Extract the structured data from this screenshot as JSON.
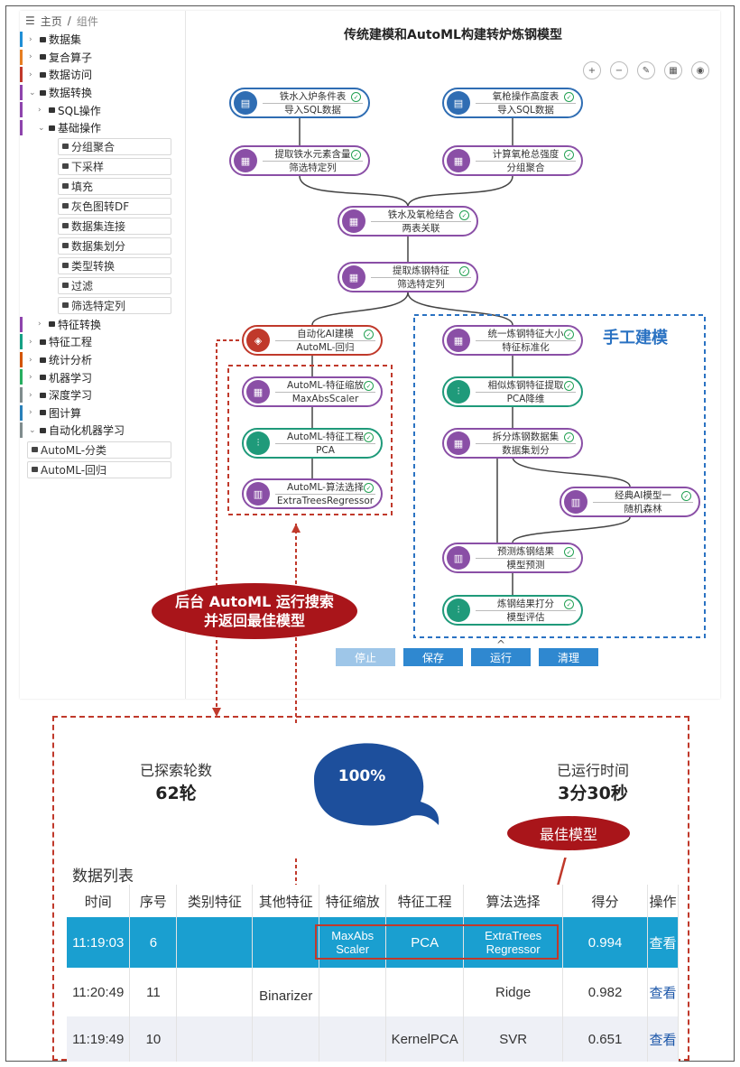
{
  "breadcrumb": {
    "home": "主页",
    "current": "组件"
  },
  "sidebar": {
    "items": [
      {
        "label": "数据集",
        "color": "#1f8fd6",
        "open": false,
        "level": 0
      },
      {
        "label": "复合算子",
        "color": "#e67e22",
        "open": false,
        "level": 0
      },
      {
        "label": "数据访问",
        "color": "#c0392b",
        "open": false,
        "level": 0
      },
      {
        "label": "数据转换",
        "color": "#8e44ad",
        "open": true,
        "level": 0
      },
      {
        "label": "SQL操作",
        "color": "#8e44ad",
        "open": false,
        "level": 1
      },
      {
        "label": "基础操作",
        "color": "#8e44ad",
        "open": true,
        "level": 1
      }
    ],
    "leaves": [
      "分组聚合",
      "下采样",
      "填充",
      "灰色图转DF",
      "数据集连接",
      "数据集划分",
      "类型转换",
      "过滤",
      "筛选特定列"
    ],
    "items2": [
      {
        "label": "特征转换",
        "color": "#8e44ad",
        "open": false,
        "level": 1
      },
      {
        "label": "特征工程",
        "color": "#16a085",
        "open": false,
        "level": 0
      },
      {
        "label": "统计分析",
        "color": "#d35400",
        "open": false,
        "level": 0
      },
      {
        "label": "机器学习",
        "color": "#27ae60",
        "open": false,
        "level": 0
      },
      {
        "label": "深度学习",
        "color": "#7f8c8d",
        "open": false,
        "level": 0
      },
      {
        "label": "图计算",
        "color": "#2980b9",
        "open": false,
        "level": 0
      },
      {
        "label": "自动化机器学习",
        "color": "#7f8c8d",
        "open": true,
        "level": 0
      }
    ],
    "leaves2": [
      "AutoML-分类",
      "AutoML-回归"
    ]
  },
  "canvas": {
    "title": "传统建模和AutoML构建转炉炼钢模型",
    "tools": [
      "zoom-in-icon",
      "zoom-out-icon",
      "format-icon",
      "grid-icon",
      "eye-icon"
    ],
    "manual_label": "手工建模",
    "nodes": {
      "n1": {
        "t1": "铁水入炉条件表",
        "t2": "导入SQL数据"
      },
      "n2": {
        "t1": "氧枪操作高度表",
        "t2": "导入SQL数据"
      },
      "n3": {
        "t1": "提取铁水元素含量",
        "t2": "筛选特定列"
      },
      "n4": {
        "t1": "计算氧枪总强度",
        "t2": "分组聚合"
      },
      "n5": {
        "t1": "铁水及氧枪结合",
        "t2": "两表关联"
      },
      "n6": {
        "t1": "提取炼钢特征",
        "t2": "筛选特定列"
      },
      "n7": {
        "t1": "自动化AI建模",
        "t2": "AutoML-回归"
      },
      "n8": {
        "t1": "AutoML-特征缩放",
        "t2": "MaxAbsScaler"
      },
      "n9": {
        "t1": "AutoML-特征工程",
        "t2": "PCA"
      },
      "n10": {
        "t1": "AutoML-算法选择",
        "t2": "ExtraTreesRegressor"
      },
      "n11": {
        "t1": "统一炼钢特征大小",
        "t2": "特征标准化"
      },
      "n12": {
        "t1": "相似炼钢特征提取",
        "t2": "PCA降维"
      },
      "n13": {
        "t1": "拆分炼钢数据集",
        "t2": "数据集划分"
      },
      "n14": {
        "t1": "经典AI模型一",
        "t2": "随机森林"
      },
      "n15": {
        "t1": "预测炼钢结果",
        "t2": "模型预测"
      },
      "n16": {
        "t1": "炼钢结果打分",
        "t2": "模型评估"
      }
    },
    "buttons": {
      "stop": "停止",
      "save": "保存",
      "run": "运行",
      "clear": "清理"
    },
    "callout_automl": {
      "line1": "后台 AutoML 运行搜索",
      "line2": "并返回最佳模型"
    },
    "collapse_glyph": "^"
  },
  "results": {
    "explored_label": "已探索轮数",
    "explored_value": "62轮",
    "progress": "100%",
    "elapsed_label": "已运行时间",
    "elapsed_value": "3分30秒",
    "best_model_callout": "最佳模型",
    "table_title": "数据列表",
    "columns": [
      "时间",
      "序号",
      "类别特征",
      "其他特征",
      "特征缩放",
      "特征工程",
      "算法选择",
      "得分",
      "操作"
    ],
    "rows": [
      [
        "11:19:03",
        "6",
        "",
        "",
        "MaxAbs Scaler",
        "PCA",
        "ExtraTrees Regressor",
        "0.994",
        "查看"
      ],
      [
        "11:20:49",
        "11",
        "",
        "Binarizer",
        "",
        "",
        "Ridge",
        "0.982",
        "查看"
      ],
      [
        "11:19:49",
        "10",
        "",
        "",
        "",
        "KernelPCA",
        "SVR",
        "0.651",
        "查看"
      ]
    ]
  }
}
